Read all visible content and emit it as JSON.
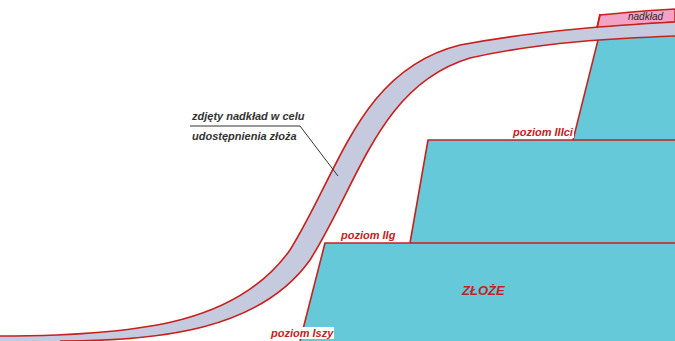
{
  "diagram": {
    "labels": [
      "nadkład",
      "zdjęty nadkład w celu",
      "udostępnienia złoża",
      "poziom IIIci",
      "poziom IIg",
      "poziom Iszy",
      "ZŁOŻE"
    ]
  }
}
